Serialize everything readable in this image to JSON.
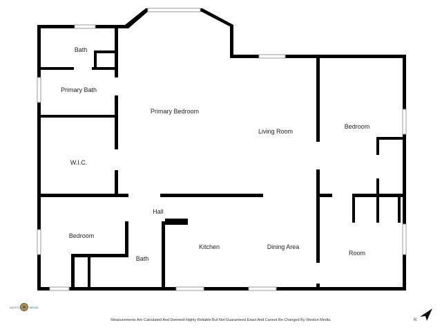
{
  "rooms": {
    "bath_top": "Bath",
    "primary_bath": "Primary Bath",
    "primary_bedroom": "Primary Bedroom",
    "wic": "W.I.C.",
    "living_room": "Living Room",
    "bedroom_right": "Bedroom",
    "hall": "Hall",
    "bedroom_left": "Bedroom",
    "bath_bottom": "Bath",
    "kitchen": "Kitchen",
    "dining_area": "Dining Area",
    "room": "Room"
  },
  "footer": {
    "disclaimer": "Measurements Are Calculated And Deemed Highly Reliable But Not Guaranteed Exact And Cannot Be Changed By Weston Media."
  },
  "logo": {
    "icon": "weston-media-logo-icon",
    "left_word": "WESTON",
    "right_word": "MEDIA",
    "color_primary": "#2f6d8a",
    "color_accent": "#c98a2b"
  },
  "compass": {
    "icon": "north-arrow-icon",
    "label": "N"
  },
  "colors": {
    "wall": "#000000",
    "window": "#9a9a9a",
    "background": "#ffffff"
  }
}
